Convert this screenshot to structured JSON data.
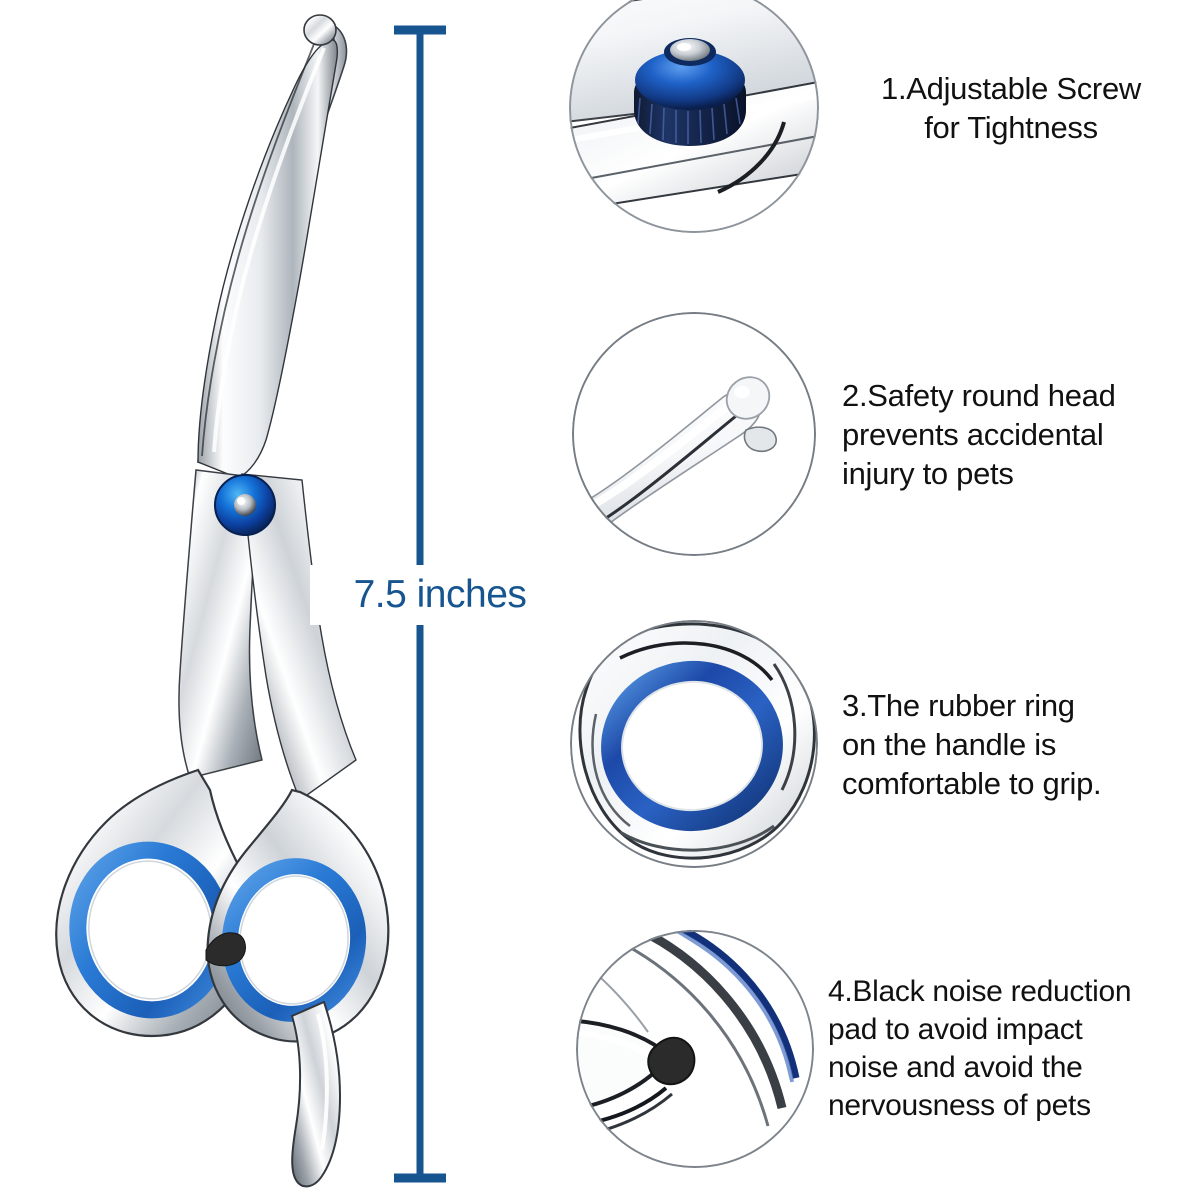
{
  "product": {
    "name": "pet grooming scissors",
    "body_color": "#d9dde1",
    "accent_blue": "#1763c6",
    "ring_blue": "#2a7bd6",
    "pad_black": "#2b2b2b"
  },
  "dimension": {
    "label": "7.5 inches",
    "color": "#16558f",
    "orientation": "vertical",
    "icon": "measure-line-icon"
  },
  "callouts": [
    {
      "number": "1",
      "text": "1.Adjustable Screw\nfor Tightness",
      "inset_name": "adjustable-screw-inset",
      "inset_alt": "close-up of blue knurled adjustable screw on blade"
    },
    {
      "number": "2",
      "text": "2.Safety round head\nprevents accidental\ninjury to pets",
      "inset_name": "safety-round-head-inset",
      "inset_alt": "close-up of rounded safety blade tip"
    },
    {
      "number": "3",
      "text": "3.The rubber ring\non the handle is\ncomfortable to grip.",
      "inset_name": "rubber-ring-inset",
      "inset_alt": "close-up of blue rubber ring inside handle loop"
    },
    {
      "number": "4",
      "text": "4.Black noise reduction\npad to avoid impact\nnoise and avoid the\nnervousness of pets",
      "inset_name": "noise-reduction-pad-inset",
      "inset_alt": "close-up of black noise reduction pad between handles"
    }
  ],
  "background": {
    "color": "#ffffff"
  }
}
